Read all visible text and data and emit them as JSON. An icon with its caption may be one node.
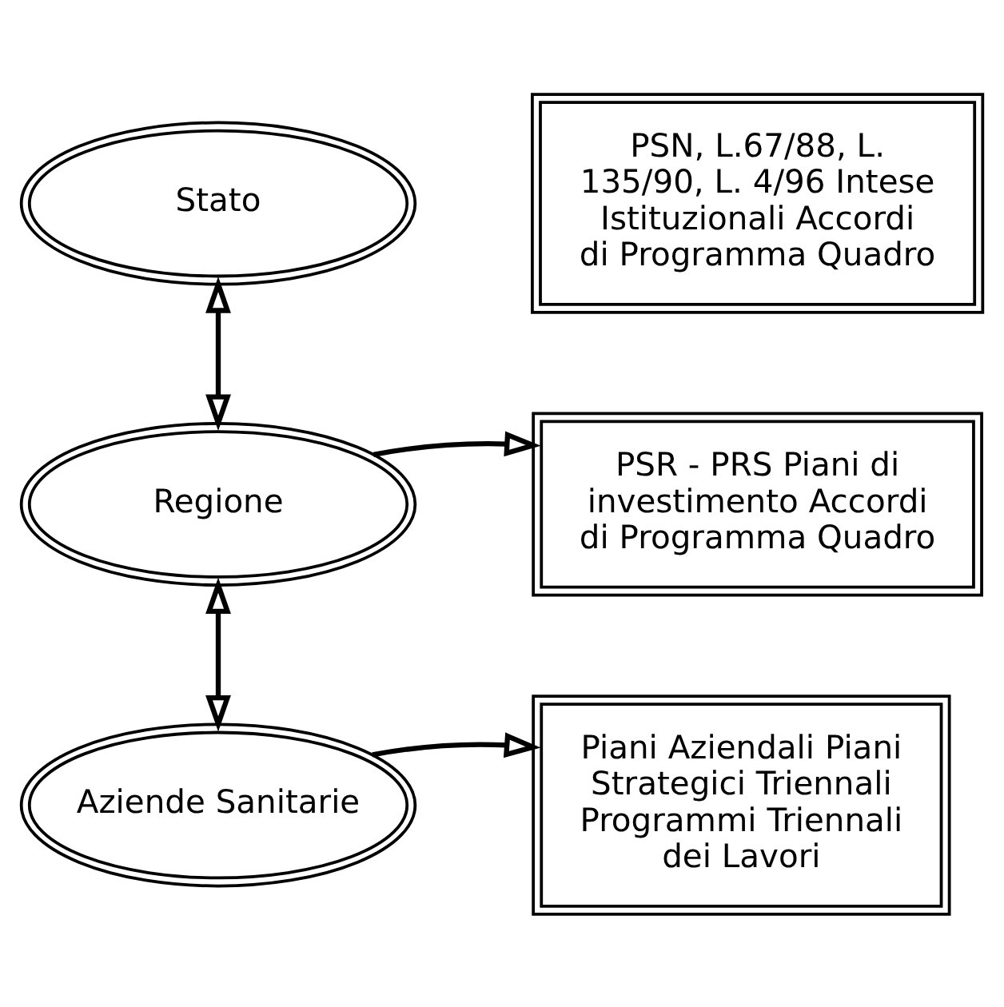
{
  "diagram": {
    "nodes": [
      {
        "text": [
          "Stato"
        ]
      },
      {
        "text": [
          "PSN, L.67/88, L. 135/90, L. 4/96 Intese Istituzionali Accordi di Programma Quadro"
        ]
      },
      {
        "text": [
          "Regione"
        ]
      },
      {
        "text": [
          "PSR - PRS Piani di investimento Accordi di Programma Quadro"
        ]
      },
      {
        "text": [
          "Aziende Sanitarie"
        ]
      },
      {
        "text": [
          "Piani Aziendali Piani Strategici Triennali Programmi Triennali dei Lavori"
        ]
      }
    ],
    "edges": [
      {
        "from": 0,
        "to": 2,
        "arrow": "both"
      },
      {
        "from": 2,
        "to": 3,
        "arrow": "to"
      },
      {
        "from": 2,
        "to": 4,
        "arrow": "both"
      },
      {
        "from": 4,
        "to": 5,
        "arrow": "to"
      }
    ]
  }
}
